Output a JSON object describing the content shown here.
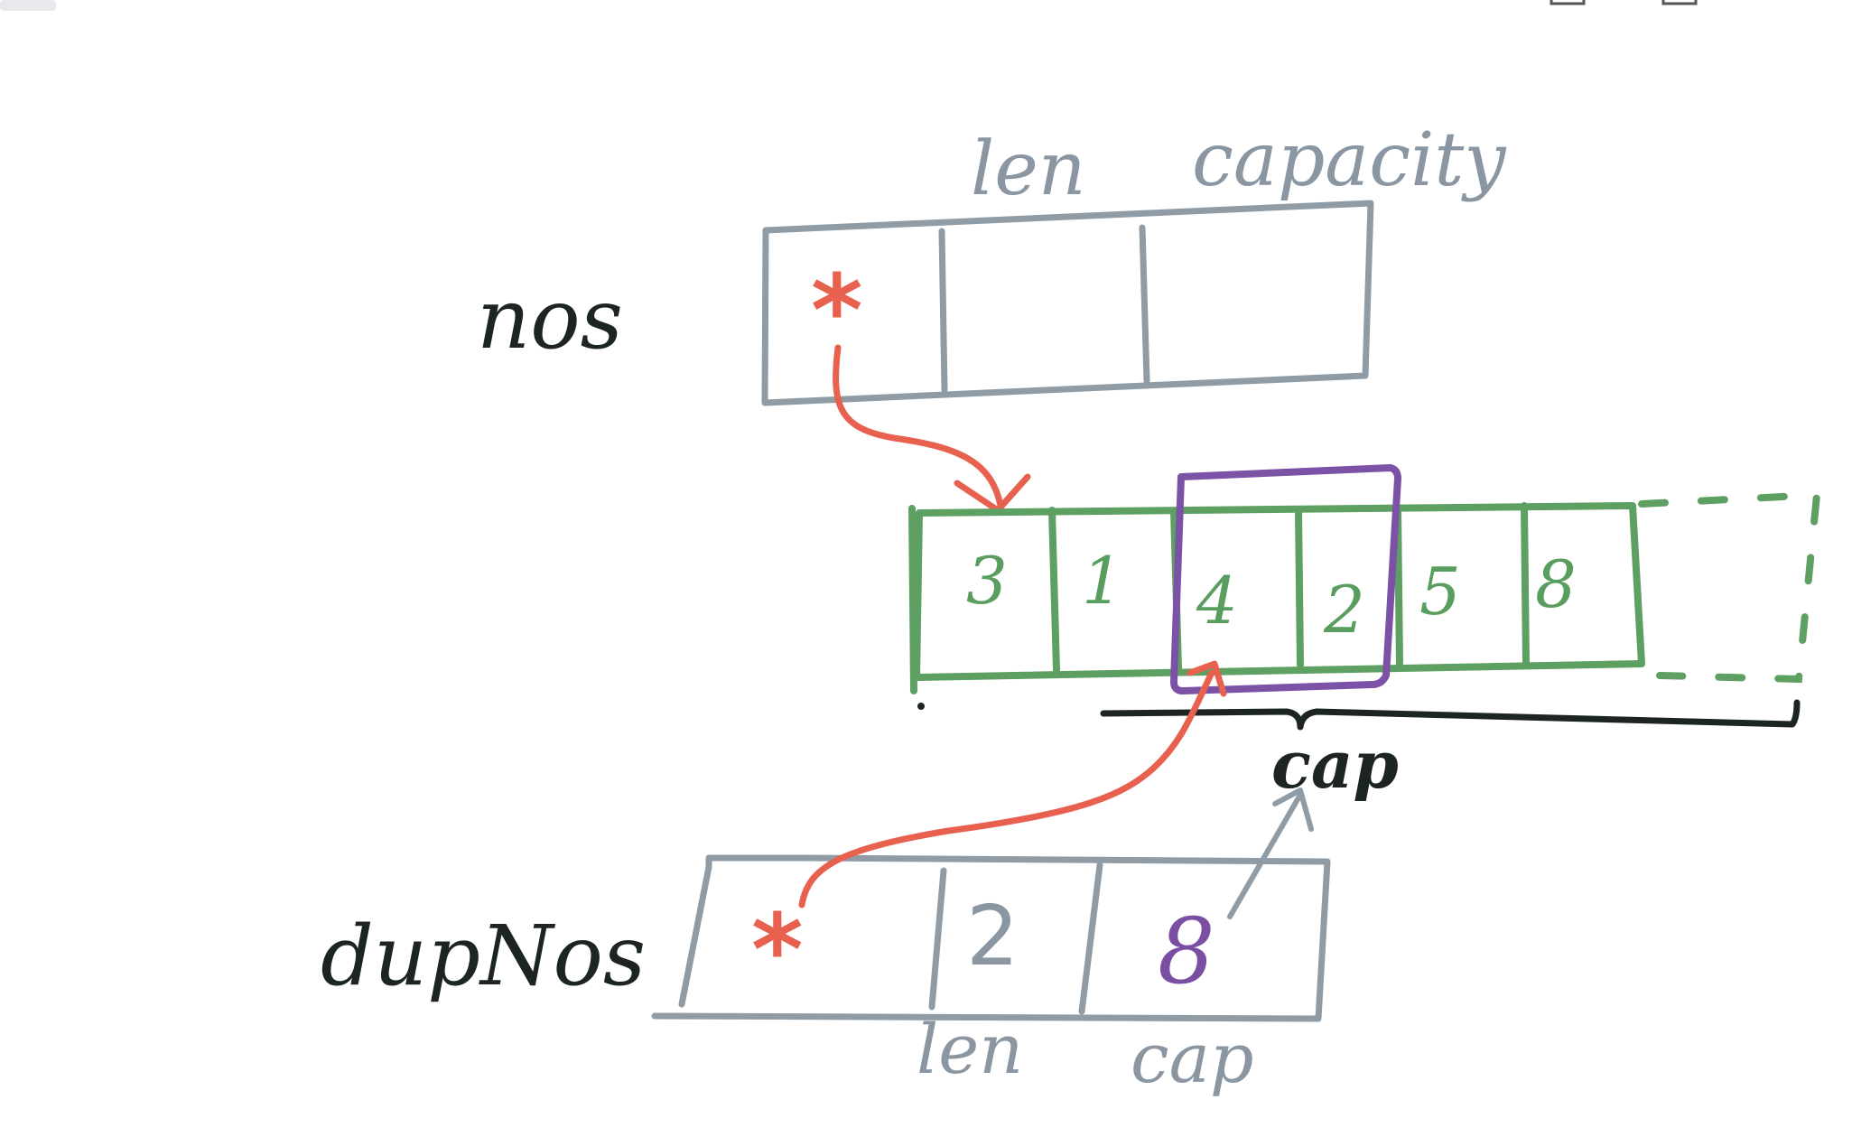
{
  "labels": {
    "nos": "nos",
    "dupNos": "dupNos",
    "len_top": "len",
    "capacity_top": "capacity",
    "len_bottom": "len",
    "cap_bottom": "cap",
    "cap_brace": "cap"
  },
  "nos_header": {
    "ptr_symbol": "*"
  },
  "backing_array": {
    "values": [
      "3",
      "1",
      "4",
      "2",
      "5",
      "8"
    ]
  },
  "dupNos_header": {
    "ptr_symbol": "*",
    "len_value": "2",
    "cap_value": "8"
  },
  "colors": {
    "header_box": "#8f9ba5",
    "backing_array": "#5e9f62",
    "slice_window": "#7b52a6",
    "pointer": "#e8604e",
    "ink": "#1c2424"
  }
}
